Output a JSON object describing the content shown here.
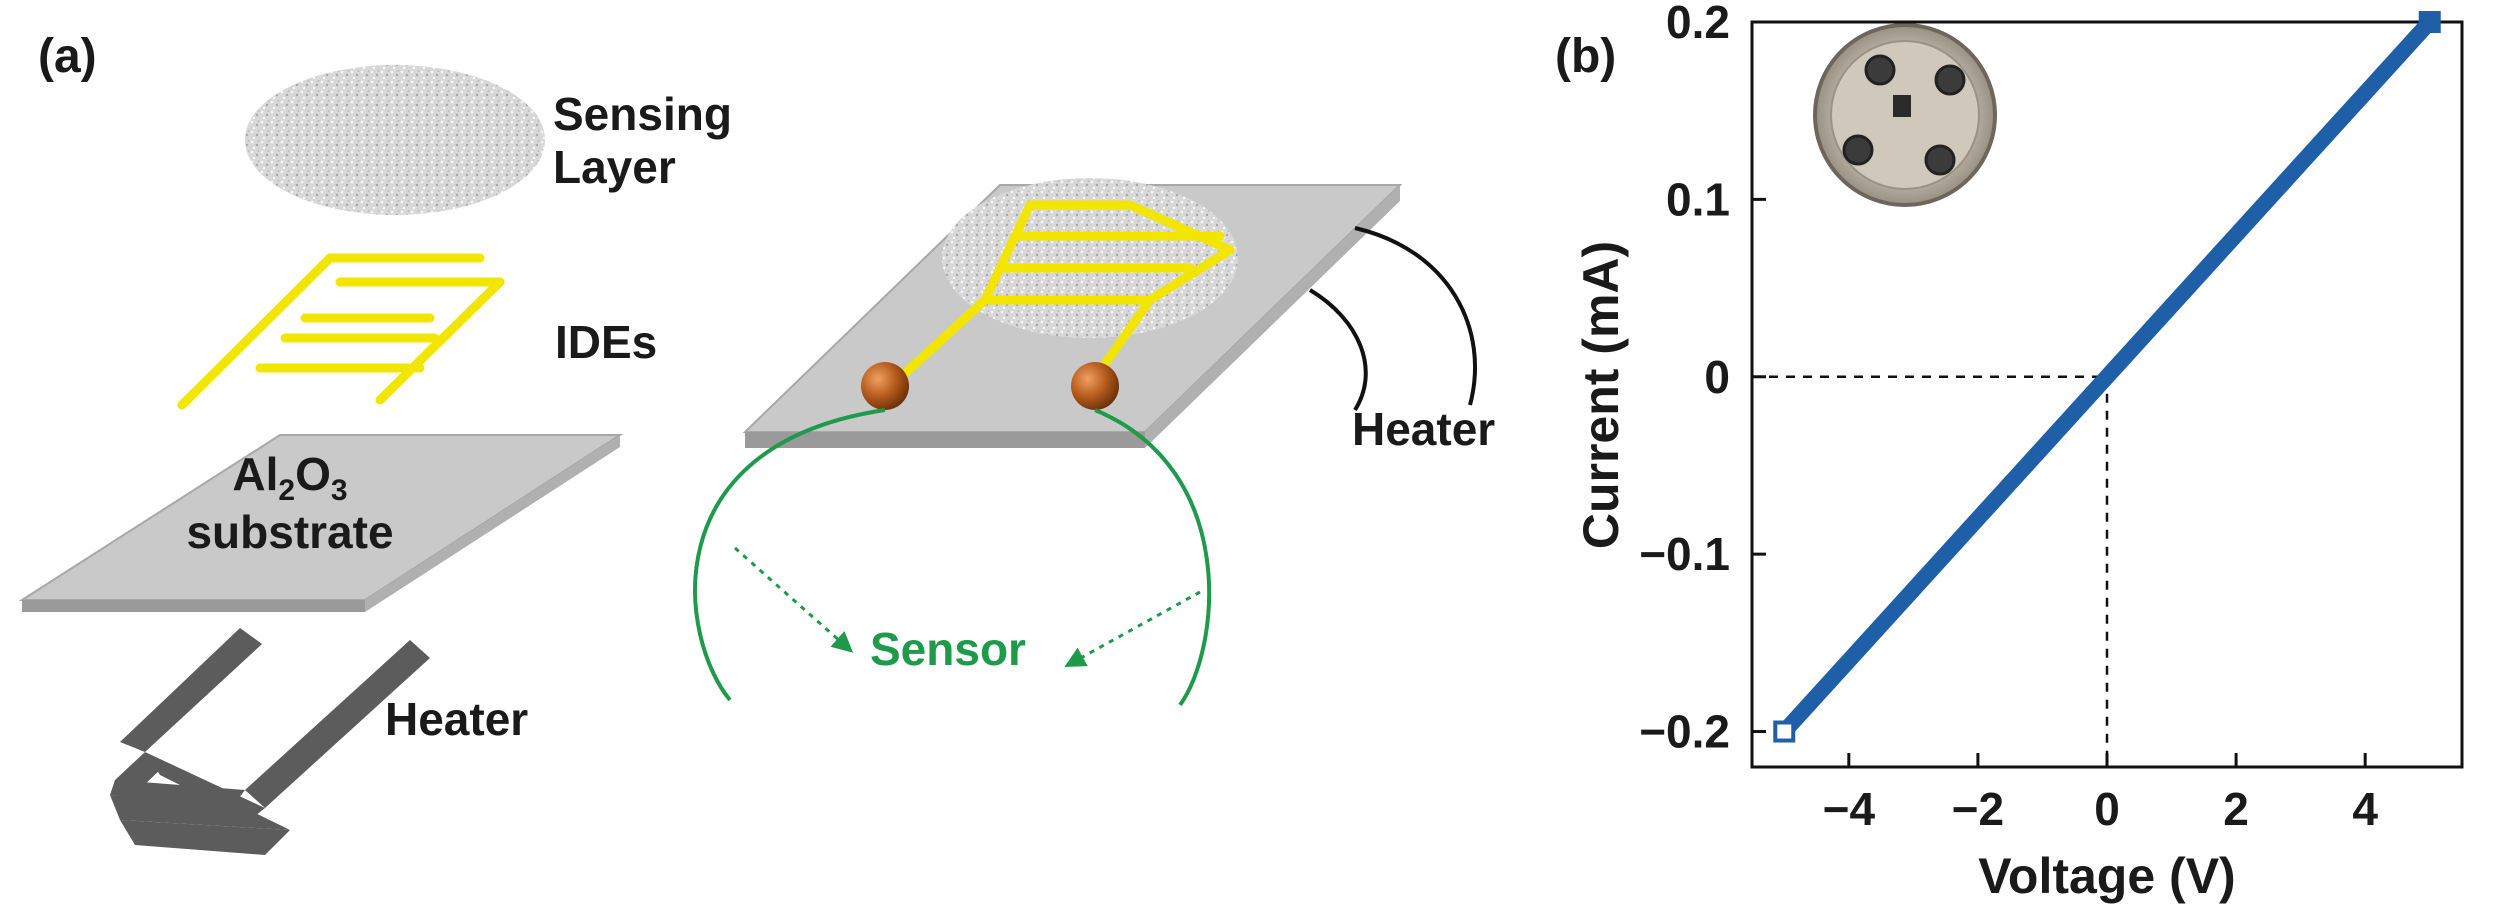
{
  "panel_a": {
    "label": "(a)",
    "sensing_layer_line1": "Sensing",
    "sensing_layer_line2": "Layer",
    "ides": "IDEs",
    "substrate_al": "Al",
    "substrate_sub2": "2",
    "substrate_o": "O",
    "substrate_sub3": "3",
    "substrate_word": "substrate",
    "heater_left": "Heater",
    "heater_right": "Heater",
    "sensor": "Sensor"
  },
  "panel_b": {
    "label": "(b)",
    "inset_image": "sensor-package-photo"
  },
  "colors": {
    "ide_yellow": "#f2e600",
    "sensor_green": "#1e9a4a",
    "substrate_gray": "#c9c9c9",
    "heater_gray": "#5c5c5c",
    "electrode_brown": "#b45a1c",
    "data_blue": "#1f5fa8"
  },
  "chart_data": {
    "type": "line",
    "x": [
      -5,
      -4,
      -3,
      -2,
      -1,
      0,
      1,
      2,
      3,
      4,
      5
    ],
    "series": [
      {
        "values": [
          -0.2,
          -0.16,
          -0.12,
          -0.08,
          -0.04,
          0.0,
          0.04,
          0.08,
          0.12,
          0.16,
          0.2
        ]
      }
    ],
    "xlabel": "Voltage (V)",
    "ylabel": "Current (mA)",
    "xlim": [
      -5.5,
      5.5
    ],
    "ylim": [
      -0.22,
      0.2
    ],
    "xticks": [
      -4,
      -2,
      0,
      2,
      4
    ],
    "xtick_labels": [
      "−4",
      "−2",
      "0",
      "2",
      "4"
    ],
    "yticks": [
      -0.2,
      -0.1,
      0,
      0.1,
      0.2
    ],
    "ytick_labels": [
      "−0.2",
      "−0.1",
      "0",
      "0.1",
      "0.2"
    ],
    "grid": false,
    "reference_lines": "dashed lines at x = 0 and y = 0"
  }
}
